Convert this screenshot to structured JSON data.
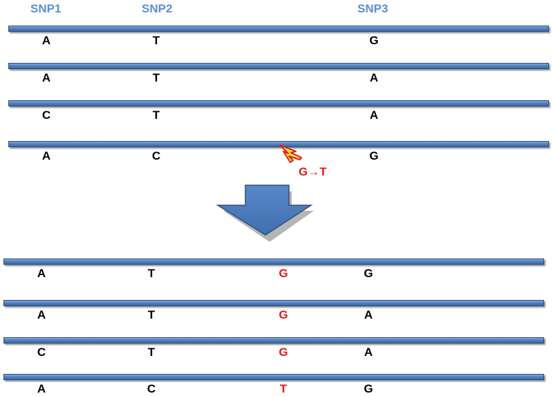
{
  "headers": [
    "SNP1",
    "SNP2",
    "SNP3"
  ],
  "top_haplotypes": [
    [
      "A",
      "T",
      "G"
    ],
    [
      "A",
      "T",
      "A"
    ],
    [
      "C",
      "T",
      "A"
    ],
    [
      "A",
      "C",
      "G"
    ]
  ],
  "mutation": {
    "label": "G→T",
    "on_strand": 4
  },
  "bottom_haplotypes": [
    {
      "snp1": "A",
      "snp2": "T",
      "new": "G",
      "snp3": "G"
    },
    {
      "snp1": "A",
      "snp2": "T",
      "new": "G",
      "snp3": "A"
    },
    {
      "snp1": "C",
      "snp2": "T",
      "new": "G",
      "snp3": "A"
    },
    {
      "snp1": "A",
      "snp2": "C",
      "new": "T",
      "snp3": "G"
    }
  ],
  "colors": {
    "header": "#5b8fd4",
    "strand": "#4f7fc0",
    "mutation": "#e01b1b",
    "arrow": "#4a78b8"
  }
}
